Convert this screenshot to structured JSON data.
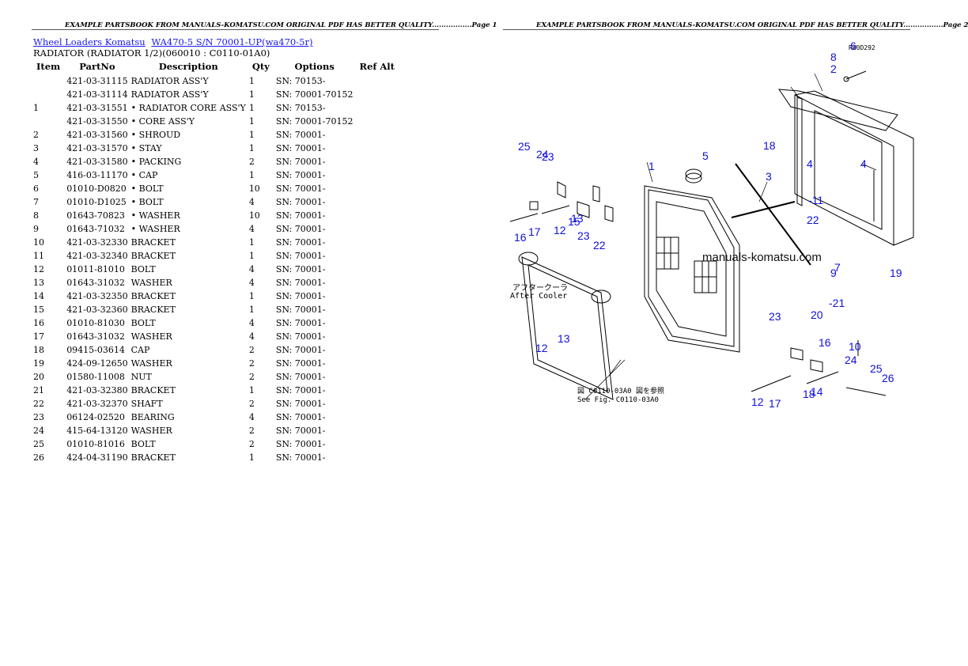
{
  "page1_header": "EXAMPLE PARTSBOOK FROM MANUALS-KOMATSU.COM ORIGINAL PDF HAS BETTER QUALITY.................Page 1",
  "page2_header": "EXAMPLE PARTSBOOK FROM MANUALS-KOMATSU.COM ORIGINAL PDF HAS BETTER QUALITY.................Page 2",
  "breadcrumb": {
    "link1": "Wheel Loaders Komatsu",
    "link2": "WA470-5 S/N 70001-UP(wa470-5r)"
  },
  "subtitle": "RADIATOR (RADIATOR 1/2)(060010 : C0110-01A0)",
  "columns": {
    "item": "Item",
    "partno": "PartNo",
    "description": "Description",
    "qty": "Qty",
    "options": "Options",
    "refalt": "Ref Alt"
  },
  "rows": [
    {
      "item": "",
      "partno": "421-03-31115",
      "desc": "RADIATOR ASS'Y",
      "qty": "1",
      "opt": "SN: 70153-"
    },
    {
      "item": "",
      "partno": "421-03-31114",
      "desc": "RADIATOR ASS'Y",
      "qty": "1",
      "opt": "SN: 70001-70152"
    },
    {
      "item": "1",
      "partno": "421-03-31551",
      "desc": "• RADIATOR CORE ASS'Y",
      "qty": "1",
      "opt": "SN: 70153-"
    },
    {
      "item": "",
      "partno": "421-03-31550",
      "desc": "• CORE ASS'Y",
      "qty": "1",
      "opt": "SN: 70001-70152"
    },
    {
      "item": "2",
      "partno": "421-03-31560",
      "desc": "• SHROUD",
      "qty": "1",
      "opt": "SN: 70001-"
    },
    {
      "item": "3",
      "partno": "421-03-31570",
      "desc": "• STAY",
      "qty": "1",
      "opt": "SN: 70001-"
    },
    {
      "item": "4",
      "partno": "421-03-31580",
      "desc": "• PACKING",
      "qty": "2",
      "opt": "SN: 70001-"
    },
    {
      "item": "5",
      "partno": "416-03-11170",
      "desc": "• CAP",
      "qty": "1",
      "opt": "SN: 70001-"
    },
    {
      "item": "6",
      "partno": "01010-D0820",
      "desc": " • BOLT",
      "qty": "10",
      "opt": "SN: 70001-"
    },
    {
      "item": "7",
      "partno": "01010-D1025",
      "desc": " • BOLT",
      "qty": "4",
      "opt": "SN: 70001-"
    },
    {
      "item": "8",
      "partno": "01643-70823",
      "desc": " • WASHER",
      "qty": "10",
      "opt": "SN: 70001-"
    },
    {
      "item": "9",
      "partno": "01643-71032",
      "desc": " • WASHER",
      "qty": "4",
      "opt": "SN: 70001-"
    },
    {
      "item": "10",
      "partno": "421-03-32330",
      "desc": "BRACKET",
      "qty": "1",
      "opt": "SN: 70001-"
    },
    {
      "item": "11",
      "partno": "421-03-32340",
      "desc": "BRACKET",
      "qty": "1",
      "opt": "SN: 70001-"
    },
    {
      "item": "12",
      "partno": "01011-81010",
      "desc": " BOLT",
      "qty": "4",
      "opt": "SN: 70001-"
    },
    {
      "item": "13",
      "partno": "01643-31032",
      "desc": " WASHER",
      "qty": "4",
      "opt": "SN: 70001-"
    },
    {
      "item": "14",
      "partno": "421-03-32350",
      "desc": "BRACKET",
      "qty": "1",
      "opt": "SN: 70001-"
    },
    {
      "item": "15",
      "partno": "421-03-32360",
      "desc": "BRACKET",
      "qty": "1",
      "opt": "SN: 70001-"
    },
    {
      "item": "16",
      "partno": "01010-81030",
      "desc": " BOLT",
      "qty": "4",
      "opt": "SN: 70001-"
    },
    {
      "item": "17",
      "partno": "01643-31032",
      "desc": " WASHER",
      "qty": "4",
      "opt": "SN: 70001-"
    },
    {
      "item": "18",
      "partno": "09415-03614",
      "desc": " CAP",
      "qty": "2",
      "opt": "SN: 70001-"
    },
    {
      "item": "19",
      "partno": "424-09-12650",
      "desc": "WASHER",
      "qty": "2",
      "opt": "SN: 70001-"
    },
    {
      "item": "20",
      "partno": "01580-11008",
      "desc": " NUT",
      "qty": "2",
      "opt": "SN: 70001-"
    },
    {
      "item": "21",
      "partno": "421-03-32380",
      "desc": "BRACKET",
      "qty": "1",
      "opt": "SN: 70001-"
    },
    {
      "item": "22",
      "partno": "421-03-32370",
      "desc": "SHAFT",
      "qty": "2",
      "opt": "SN: 70001-"
    },
    {
      "item": "23",
      "partno": "06124-02520",
      "desc": " BEARING",
      "qty": "4",
      "opt": "SN: 70001-"
    },
    {
      "item": "24",
      "partno": "415-64-13120",
      "desc": "WASHER",
      "qty": "2",
      "opt": "SN: 70001-"
    },
    {
      "item": "25",
      "partno": "01010-81016",
      "desc": " BOLT",
      "qty": "2",
      "opt": "SN: 70001-"
    },
    {
      "item": "26",
      "partno": "424-04-31190",
      "desc": "BRACKET",
      "qty": "1",
      "opt": "SN: 70001-"
    }
  ],
  "diagram": {
    "drawing_code": "RW0D292",
    "watermark": "manuals-komatsu.com",
    "aftercooler_jp": "アフタークーラ",
    "aftercooler_en": "After Cooler",
    "figref_jp": "図 C0110-03A0 図を参照",
    "figref_en": "See Fig. C0110-03A0",
    "callouts": [
      "1",
      "2",
      "3",
      "4",
      "4",
      "5",
      "6",
      "7",
      "8",
      "9",
      "10",
      "-11",
      "12",
      "12",
      "12",
      "13",
      "13",
      "14",
      "15",
      "16",
      "16",
      "17",
      "17",
      "18",
      "18",
      "19",
      "20",
      "-21",
      "22",
      "22",
      "23",
      "23",
      "23",
      "24",
      "24",
      "25",
      "25",
      "26"
    ]
  }
}
